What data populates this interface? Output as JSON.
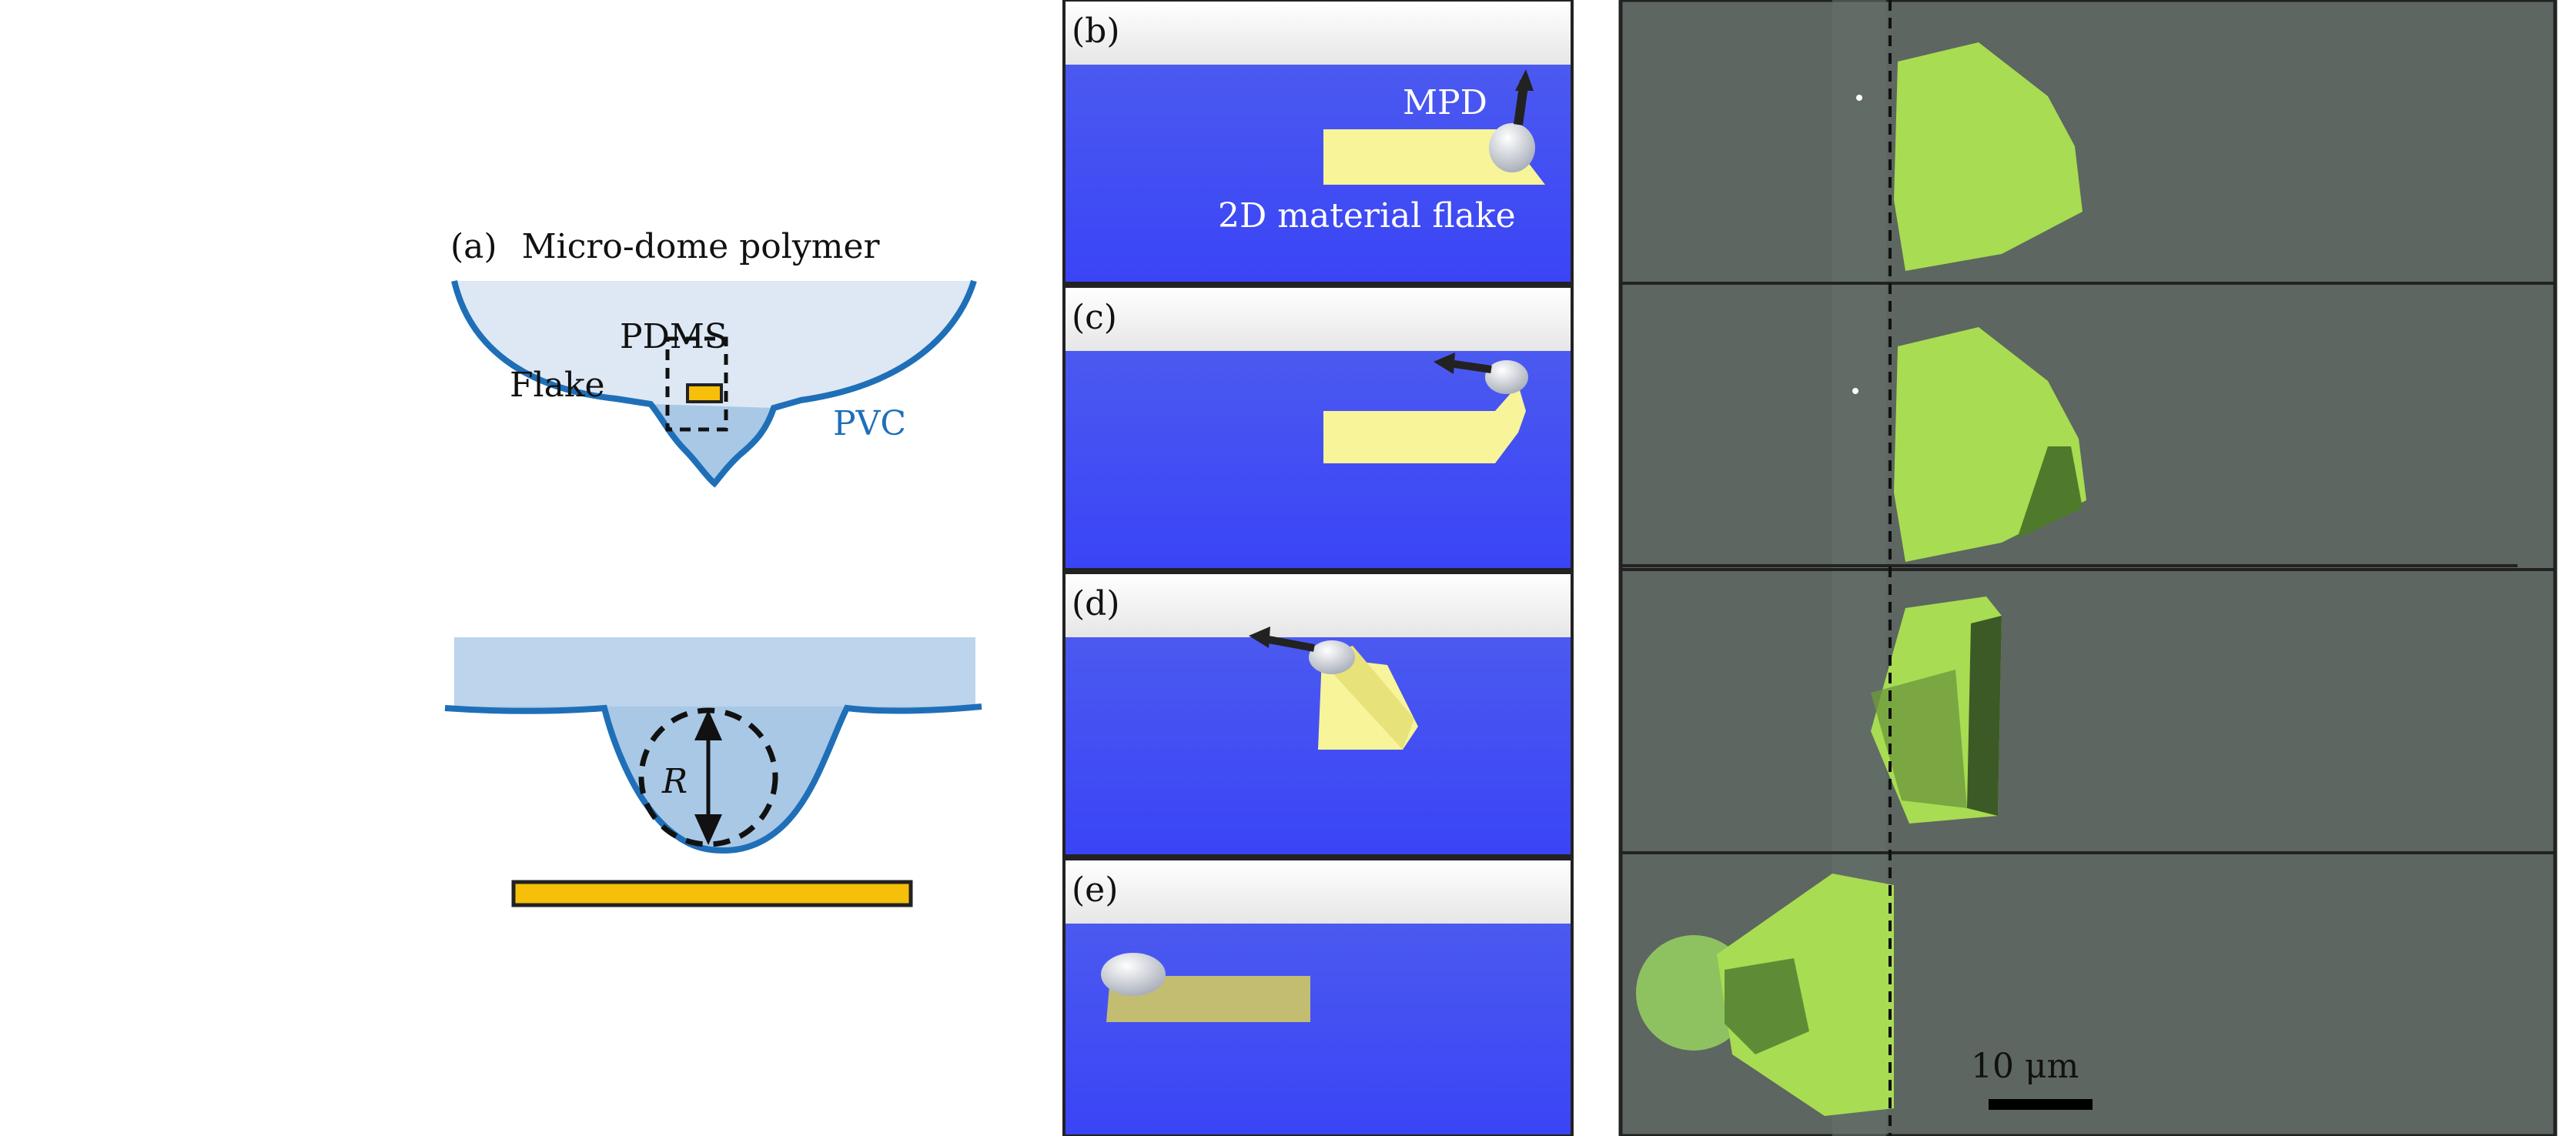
{
  "panel_a": {
    "label": "(a)",
    "title": "Micro-dome polymer",
    "pdms_label": "PDMS",
    "pvc_label": "PVC",
    "flake_label": "Flake",
    "radius_label": "R"
  },
  "panels_sequence": [
    {
      "label": "(b)",
      "mpd_label": "MPD",
      "flake_label": "2D material flake"
    },
    {
      "label": "(c)"
    },
    {
      "label": "(d)"
    },
    {
      "label": "(e)"
    }
  ],
  "micrographs": {
    "scale_bar_label": "10 μm"
  },
  "colors": {
    "pvc_blue": "#1f6fb8",
    "pdms_fill": "#dde8f4",
    "flake_gold": "#f5bf0a",
    "substrate_blue": "#3c45f2",
    "flake_yellow": "#f7f49a",
    "micrograph_gray": "#5d6660",
    "flake_green": "#a8dc52"
  }
}
